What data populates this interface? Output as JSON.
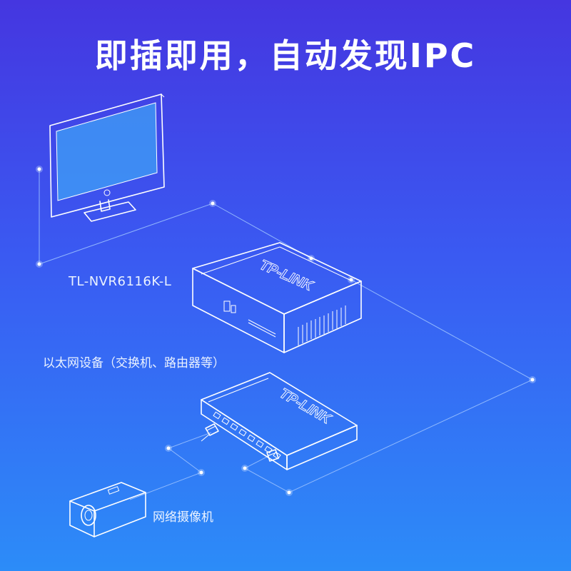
{
  "headline": "即插即用，自动发现IPC",
  "labels": {
    "nvr_model": "TL-NVR6116K-L",
    "network_device": "以太网设备（交换机、路由器等）",
    "camera": "网络摄像机"
  },
  "brand_logo_text": "TP-LINK",
  "colors": {
    "background_top": "#4536E0",
    "background_bottom": "#2C8CF8",
    "line": "#9fc4ff",
    "outline": "#ffffff"
  },
  "icons": [
    "monitor-icon",
    "nvr-device-icon",
    "switch-device-icon",
    "ip-camera-icon",
    "ethernet-plug-icon"
  ]
}
